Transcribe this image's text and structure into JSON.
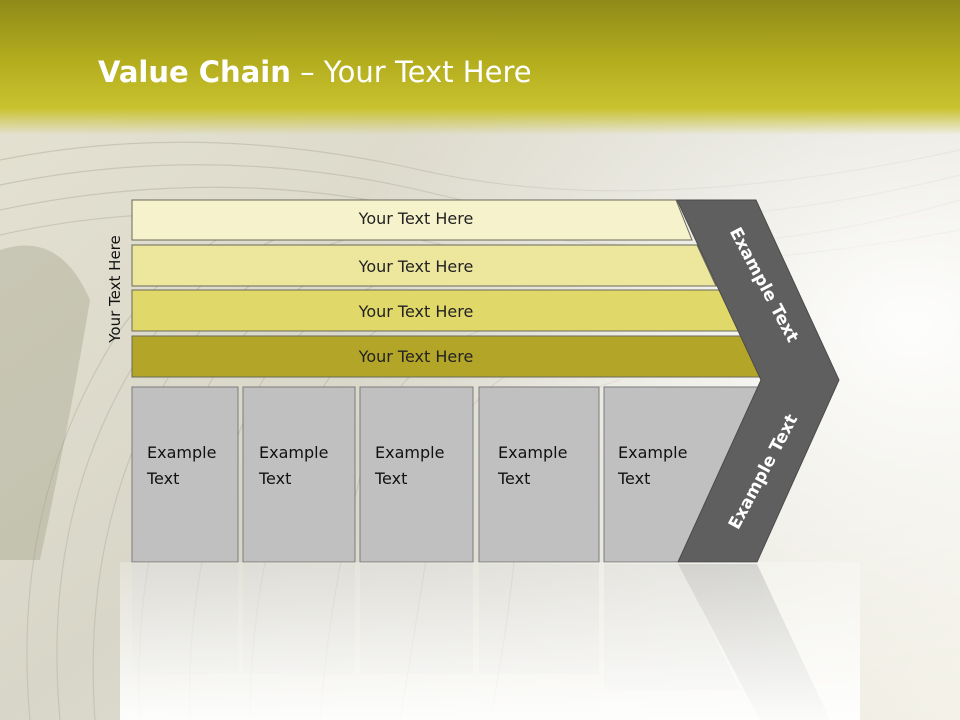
{
  "title": {
    "bold": "Value Chain",
    "rest": " – Your Text Here"
  },
  "side_label": "Your Text Here",
  "rows": [
    "Your Text Here",
    "Your Text Here",
    "Your Text Here",
    "Your Text Here"
  ],
  "boxes": [
    "Example\nText",
    "Example\nText",
    "Example\nText",
    "Example\nText",
    "Example\nText"
  ],
  "arrow": {
    "top_label": "Example Text",
    "bottom_label": "Example Text"
  },
  "colors": {
    "header": "#b3ad1e",
    "row1": "#f6f3cc",
    "row2": "#ede79e",
    "row3": "#e1d86a",
    "row4": "#b3a528",
    "box": "#c0c0c0",
    "arrow": "#5f5f5f"
  }
}
